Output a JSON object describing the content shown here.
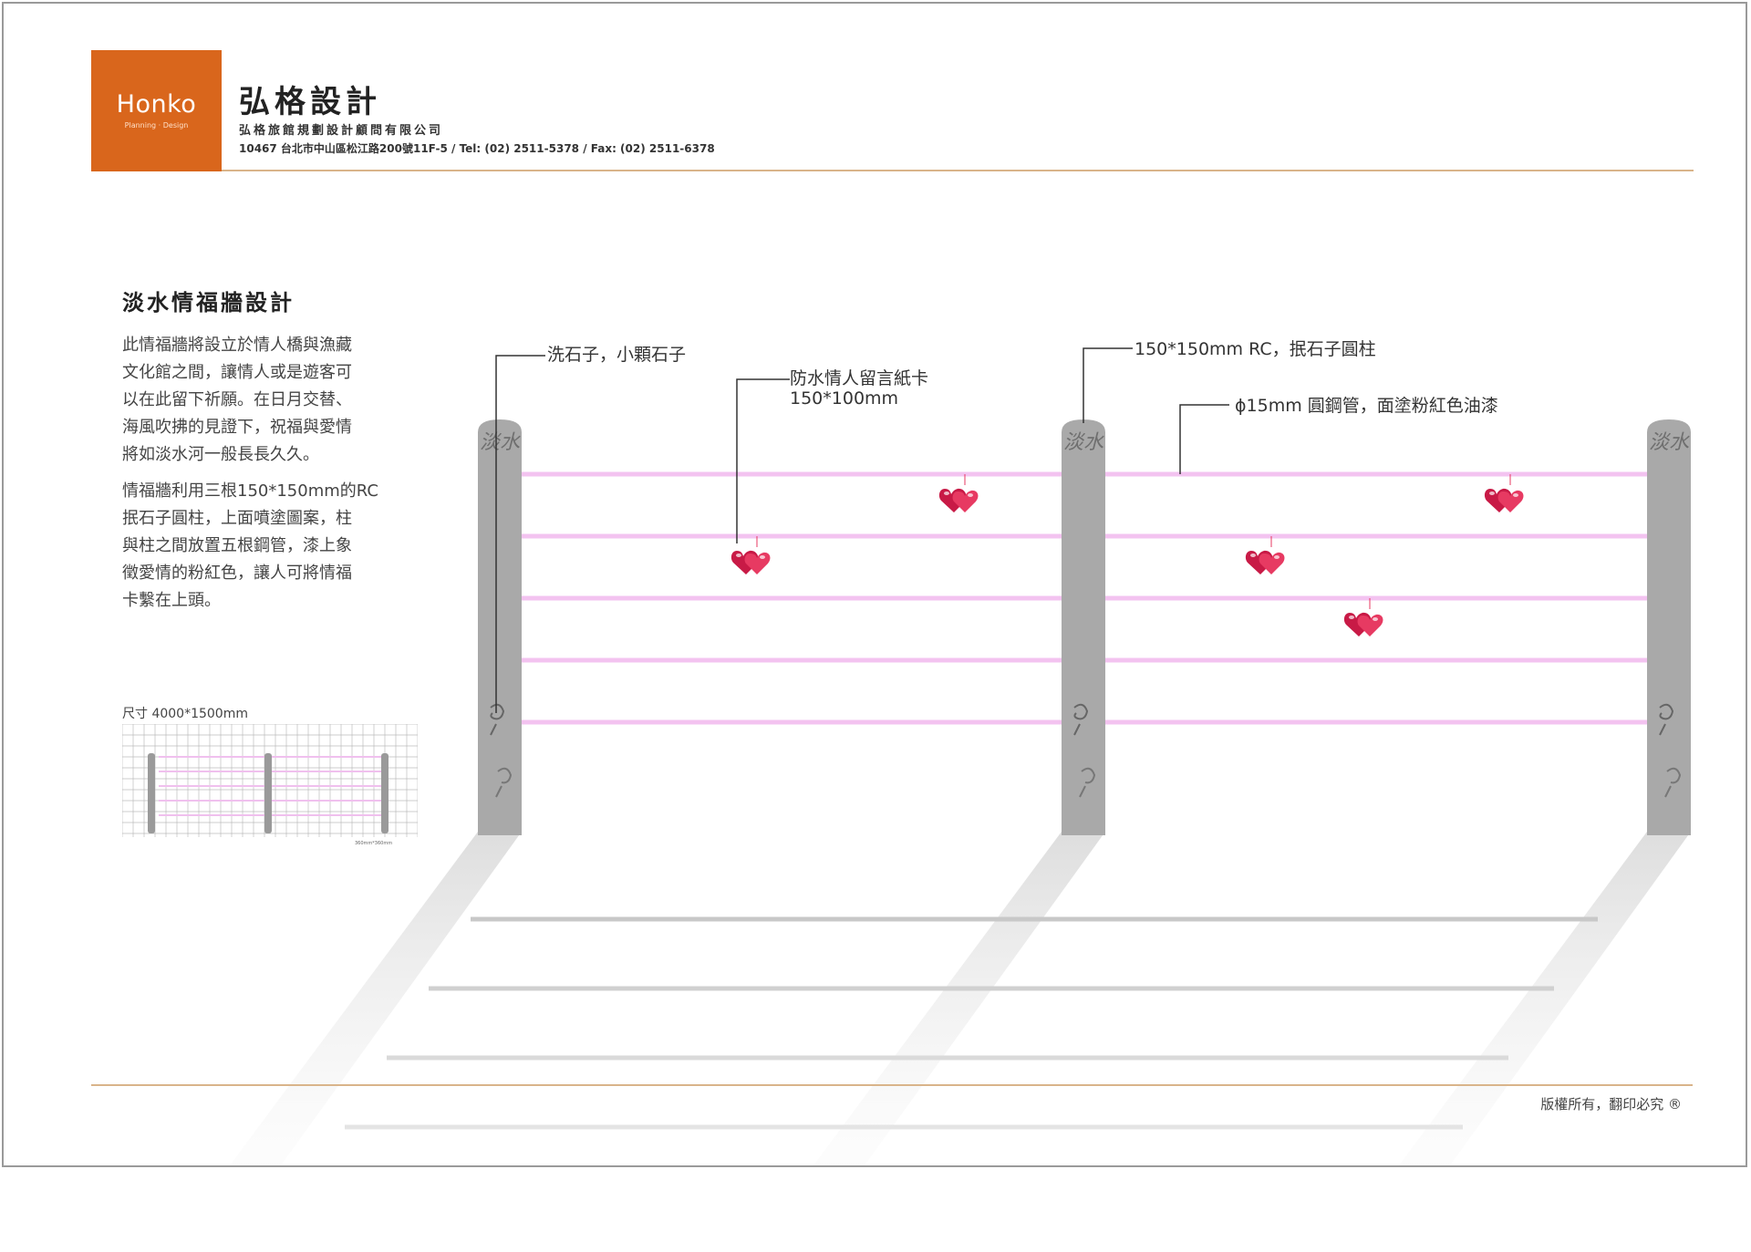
{
  "header": {
    "logo_brand": "Honko",
    "logo_tagline": "Planning · Design",
    "company_name": "弘格設計",
    "company_full": "弘格旅館規劃設計顧問有限公司",
    "address": "10467 台北市中山區松江路200號11F-5 / Tel: (02) 2511-5378 / Fax: (02) 2511-6378"
  },
  "content": {
    "title": "淡水情福牆設計",
    "paragraph1": [
      "此情福牆將設立於情人橋與漁藏",
      "文化館之間，讓情人或是遊客可",
      "以在此留下祈願。在日月交替、",
      "海風吹拂的見證下，祝福與愛情",
      "將如淡水河一般長長久久。"
    ],
    "paragraph2": [
      "情福牆利用三根150*150mm的RC",
      "抿石子圓柱，上面噴塗圖案，柱",
      "與柱之間放置五根鋼管，漆上象",
      "徵愛情的粉紅色，讓人可將情福",
      "卡繫在上頭。"
    ],
    "size_caption": "尺寸 4000*1500mm",
    "thumb_caption": "360mm*360mm"
  },
  "callouts": {
    "stone": "洗石子，小顆石子",
    "card_line1": "防水情人留言紙卡",
    "card_line2": "150*100mm",
    "pillar": "150*150mm RC，抿石子圓柱",
    "pipe": "ϕ15mm 圓鋼管，面塗粉紅色油漆"
  },
  "pillar_mark": "淡水",
  "colors": {
    "accent": "#d9661c",
    "rule": "#d9b48a",
    "pillar": "#a9a9a9",
    "pipe": "#f3c3f0",
    "heart": "#d6204a"
  },
  "footer": {
    "copyright": "版權所有，翻印必究 ®"
  }
}
